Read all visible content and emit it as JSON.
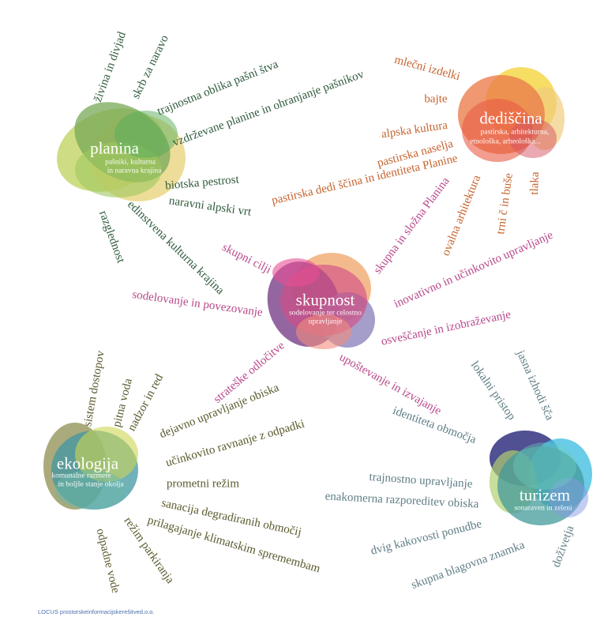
{
  "nodes": [
    {
      "title": "planina",
      "subtitle": [
        "pašniki, kulturna",
        "in naravna krajina"
      ],
      "color": "#2f5a3c",
      "labels": [
        "živina in divjad",
        "skrb za naravo",
        "trajnostna oblika pašni štva",
        "vzdrževane planine in ohranjanje pašnikov",
        "biotska pestrost",
        "naravni alpski vrt",
        "edinstvena kulturna krajina",
        "razglednost"
      ]
    },
    {
      "title": "dediščina",
      "subtitle": [
        "pastirska, arhitekturna,",
        "etnološka, arheološka..."
      ],
      "color": "#c5642e",
      "labels": [
        "mlečni izdelki",
        "bajte",
        "alpska kultura",
        "pastirska naselja",
        "pastirska dedi ščina in identiteta Planine",
        "ovalna arhitektura",
        "trni č in buše",
        "tlaka"
      ]
    },
    {
      "title": "skupnost",
      "subtitle": [
        "sodelovanje ter celostno",
        "upravljanje"
      ],
      "color": "#b8498c",
      "labels": [
        "skupni cilji",
        "sodelovanje in povezovanje",
        "skupna in složna Planina",
        "inovativno in učinkovito upravljanje",
        "osveščanje in izobraževanje",
        "strateške odločitve",
        "upoštevanje in izvajanje"
      ]
    },
    {
      "title": "ekologija",
      "subtitle": [
        "komunalne razmere",
        "in boljše stanje okolja"
      ],
      "color": "#5b5a2e",
      "labels": [
        "sistem dostopov",
        "pitna voda",
        "nadzor in red",
        "dejavno upravljanje obiska",
        "učinkovito ravnanje z odpadki",
        "prometni režim",
        "sanacija degradiranih območij",
        "prilagajanje klimatskim spremembam",
        "režim parkiranja",
        "odpadne vode"
      ]
    },
    {
      "title": "turizem",
      "subtitle": [
        "sonaraven in zeleni"
      ],
      "color": "#5f7d86",
      "labels": [
        "lokalni pristop",
        "jasna izhodi šča",
        "identiteta območja",
        "trajnostno upravljanje",
        "enakomerna razporeditev obiska",
        "dvig kakovosti ponudbe",
        "skupna blagovna znamka",
        "doživetja"
      ]
    }
  ],
  "footer": "LOCUS prostorskeinformacijskerešitved.o.o."
}
